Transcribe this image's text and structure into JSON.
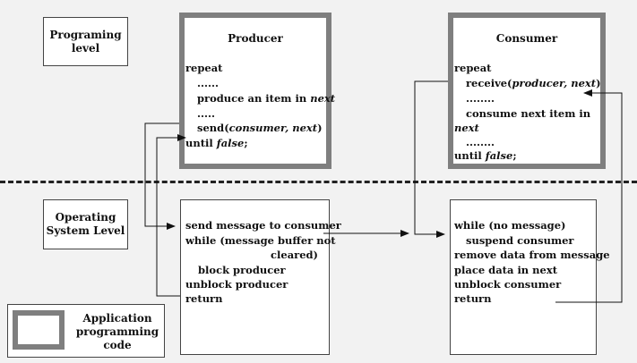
{
  "labels": {
    "programming_level": "Programing level",
    "os_level": "Operating System Level",
    "legend": "Application programming code"
  },
  "producer": {
    "title": "Producer",
    "repeat": "repeat",
    "dots1": "......",
    "produce_prefix": "produce an item in ",
    "produce_var": "next",
    "dots2": ".....",
    "send_prefix": "send(",
    "send_args": "consumer, next",
    "send_suffix": ")",
    "until_prefix": "until ",
    "until_var": "false",
    "until_suffix": ";"
  },
  "consumer": {
    "title": "Consumer",
    "repeat": "repeat",
    "receive_prefix": "receive(",
    "receive_args": "producer, next",
    "receive_suffix": ")",
    "dots1": "........",
    "consume_line1": "consume next item in",
    "consume_line2": "next",
    "dots2": "........",
    "until_prefix": "until ",
    "until_var": "false",
    "until_suffix": ";"
  },
  "send_os": {
    "l1": "send message to consumer",
    "l2": "while (message buffer not",
    "l3": "cleared)",
    "l4": "block producer",
    "l5": "unblock producer",
    "l6": "return"
  },
  "receive_os": {
    "l1": "while (no message)",
    "l2": "suspend consumer",
    "l3": "remove data from message",
    "l4": "place data in next",
    "l5": "unblock consumer",
    "l6": "return"
  }
}
